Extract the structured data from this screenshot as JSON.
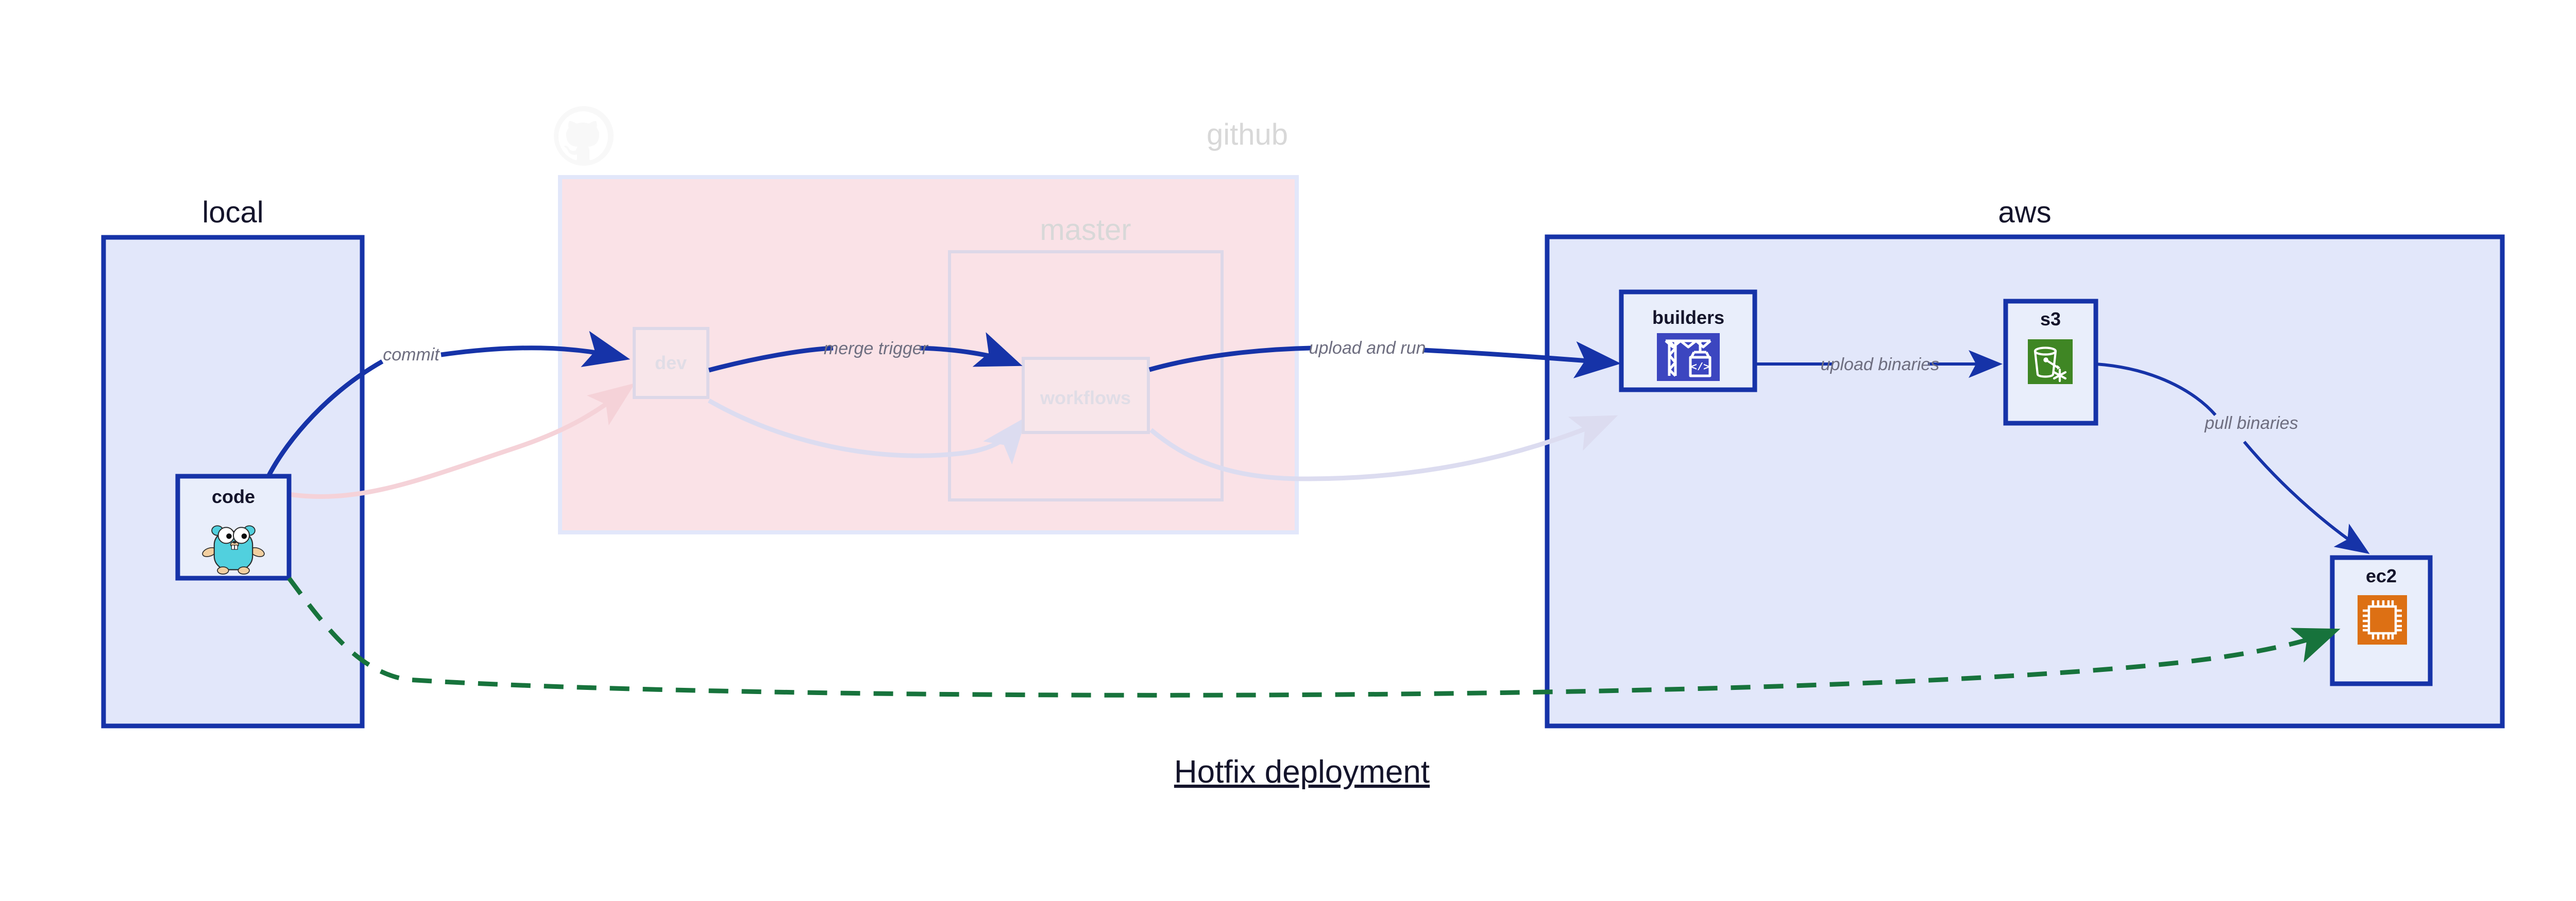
{
  "title": "Hotfix deployment",
  "clusters": [
    {
      "id": "local",
      "label": "local",
      "dimmed": false,
      "fill": "#e2e7fa",
      "stroke": "#1633a8"
    },
    {
      "id": "github",
      "label": "github",
      "dimmed": true,
      "fill": "#fae2e7",
      "stroke": "#e2e7fa"
    },
    {
      "id": "master",
      "label": "master",
      "dimmed": true,
      "fill": "#fae2e7",
      "stroke": "#ddd8e8"
    },
    {
      "id": "aws",
      "label": "aws",
      "dimmed": false,
      "fill": "#e2e7fa",
      "stroke": "#1633a8"
    }
  ],
  "nodes": [
    {
      "id": "code",
      "label": "code",
      "icon": "go-gopher-icon",
      "dimmed": false,
      "cluster": "local"
    },
    {
      "id": "dev",
      "label": "dev",
      "icon": "none",
      "dimmed": true,
      "cluster": "github"
    },
    {
      "id": "workflows",
      "label": "workflows",
      "icon": "none",
      "dimmed": true,
      "cluster": "master"
    },
    {
      "id": "builders",
      "label": "builders",
      "icon": "aws-codebuild-icon",
      "dimmed": false,
      "cluster": "aws",
      "icon_color": "#3c46c0"
    },
    {
      "id": "s3",
      "label": "s3",
      "icon": "aws-s3-glacier-icon",
      "dimmed": false,
      "cluster": "aws",
      "icon_color": "#3f8624"
    },
    {
      "id": "ec2",
      "label": "ec2",
      "icon": "aws-ec2-icon",
      "dimmed": false,
      "cluster": "aws",
      "icon_color": "#dd7014"
    }
  ],
  "edges": [
    {
      "id": "commit",
      "label": "commit",
      "from": "code",
      "to": "dev",
      "style": "solid",
      "color": "#1633a8"
    },
    {
      "id": "merge-trigger",
      "label": "merge trigger",
      "from": "dev",
      "to": "workflows",
      "style": "solid",
      "color": "#1633a8"
    },
    {
      "id": "upload-and-run",
      "label": "upload and run",
      "from": "workflows",
      "to": "builders",
      "style": "solid",
      "color": "#1633a8"
    },
    {
      "id": "upload-binaries",
      "label": "upload binaries",
      "from": "builders",
      "to": "s3",
      "style": "solid",
      "color": "#1633a8"
    },
    {
      "id": "pull-binaries",
      "label": "pull binaries",
      "from": "s3",
      "to": "ec2",
      "style": "solid",
      "color": "#1633a8"
    },
    {
      "id": "hotfix-direct",
      "label": "",
      "from": "code",
      "to": "ec2",
      "style": "dashed",
      "color": "#17733c"
    }
  ],
  "colors": {
    "cluster_blue_fill": "#e2e7fa",
    "cluster_blue_stroke": "#1633a8",
    "cluster_pink_fill": "#fae2e7",
    "node_fill": "#e9eefb",
    "node_stroke": "#1633a8",
    "edge_blue": "#1633a8",
    "edge_green": "#17733c",
    "label_gray": "#6e6e80",
    "text_dark": "#14142b"
  }
}
